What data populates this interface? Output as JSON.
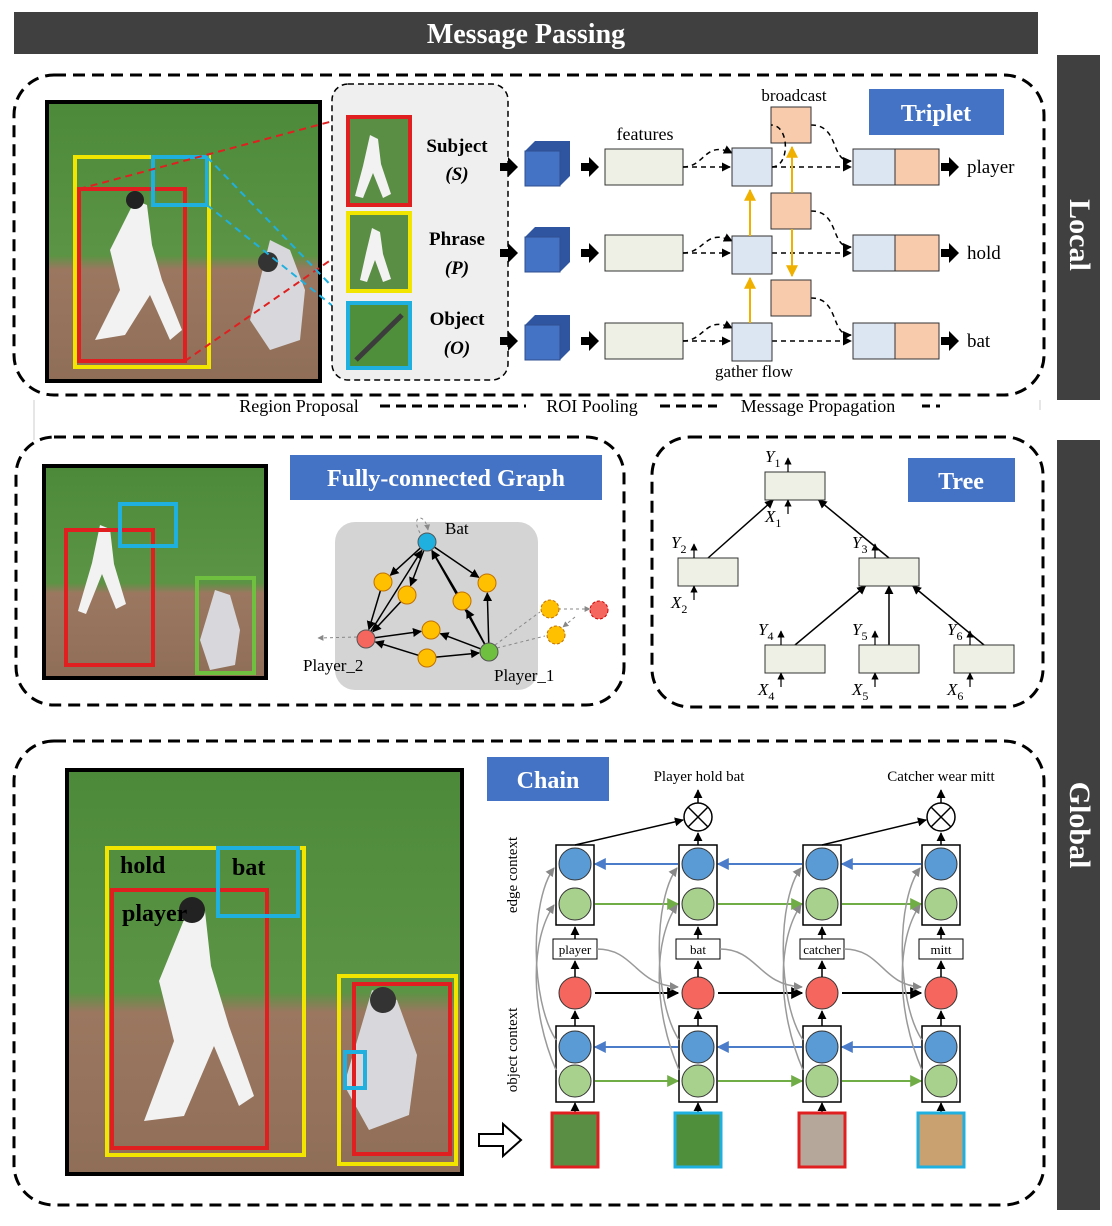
{
  "header": {
    "title": "Message Passing"
  },
  "side_labels": {
    "local": "Local",
    "global": "Global"
  },
  "triplet": {
    "badge": "Triplet",
    "rows": [
      {
        "name": "Subject",
        "symbol": "(S)",
        "crop_color": "#e02020",
        "output": "player"
      },
      {
        "name": "Phrase",
        "symbol": "(P)",
        "crop_color": "#f2e600",
        "output": "hold"
      },
      {
        "name": "Object",
        "symbol": "(O)",
        "crop_color": "#1fb0e0",
        "output": "bat"
      }
    ],
    "labels": {
      "features": "features",
      "broadcast": "broadcast",
      "gather_flow": "gather flow"
    },
    "stages": [
      "Region Proposal",
      "ROI Pooling",
      "Message Propagation"
    ]
  },
  "graph": {
    "badge": "Fully-connected Graph",
    "labels": {
      "bat": "Bat",
      "player_2": "Player_2",
      "player_1": "Player_1"
    }
  },
  "tree": {
    "badge": "Tree",
    "nodes": [
      {
        "x": "X",
        "xs": "1",
        "y": "Y",
        "ys": "1"
      },
      {
        "x": "X",
        "xs": "2",
        "y": "Y",
        "ys": "2"
      },
      {
        "x": "",
        "xs": "",
        "y": "Y",
        "ys": "3"
      },
      {
        "x": "X",
        "xs": "4",
        "y": "Y",
        "ys": "4"
      },
      {
        "x": "X",
        "xs": "5",
        "y": "Y",
        "ys": "5"
      },
      {
        "x": "X",
        "xs": "6",
        "y": "Y",
        "ys": "6"
      }
    ]
  },
  "chain": {
    "badge": "Chain",
    "image_labels": [
      "hold",
      "bat",
      "player"
    ],
    "outputs": [
      "Player hold bat",
      "Catcher wear mitt"
    ],
    "edge_context": "edge context",
    "object_context": "object context",
    "tokens": [
      "player",
      "bat",
      "catcher",
      "mitt"
    ]
  },
  "colors": {
    "header_bg": "#404040",
    "badge_bg": "#4472c4",
    "red_box": "#e02020",
    "yellow_box": "#f2e600",
    "cyan_box": "#1fb0e0",
    "green_box": "#70c040",
    "feature_blue": "#dce6f2",
    "feature_orange": "#f8cbad",
    "feature_gray": "#eef0e6",
    "node_orange": "#ffc000",
    "chain_blue": "#5b9bd5",
    "chain_green": "#a9d18e",
    "chain_red": "#f4665e",
    "grass": "#4f8f3b",
    "dirt": "#9b7760"
  }
}
